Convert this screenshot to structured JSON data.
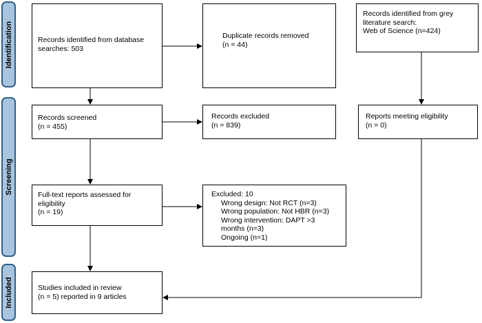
{
  "stages": {
    "identification": "Identification",
    "screening": "Screening",
    "included": "Included"
  },
  "boxes": {
    "db_records": [
      "Records identified from database",
      "searches: 503"
    ],
    "duplicates": [
      "Duplicate records removed",
      "(n = 44)"
    ],
    "grey_lit": [
      "Records identified from grey",
      "literature search:",
      "Web of Science (n=424)"
    ],
    "screened": [
      "Records screened",
      "(n = 455)"
    ],
    "excluded": [
      "Records excluded",
      "(n = 839)"
    ],
    "eligible": [
      "Reports meeting eligibility",
      "(n = 0)"
    ],
    "fulltext": [
      "Full-text reports assessed for",
      "eligibility",
      "(n = 19)"
    ],
    "excluded_reasons": {
      "header": "Excluded: 10",
      "items": [
        "Wrong design: Not RCT (n=3)",
        "Wrong population: Not HBR (n=3)",
        "Wrong intervention: DAPT >3",
        "months (n=3)",
        "Ongoing (n=1)"
      ]
    },
    "included": [
      "Studies included in review",
      "(n = 5) reported in 9 articles"
    ]
  }
}
